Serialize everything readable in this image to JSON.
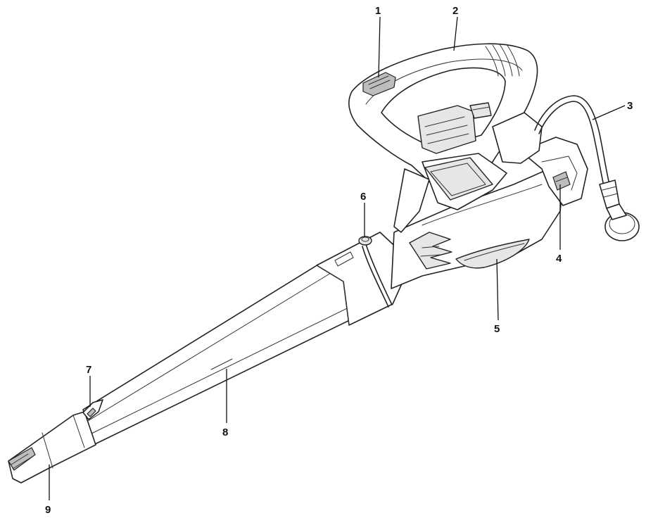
{
  "diagram": {
    "callouts": [
      {
        "id": "1",
        "label": "1"
      },
      {
        "id": "2",
        "label": "2"
      },
      {
        "id": "3",
        "label": "3"
      },
      {
        "id": "4",
        "label": "4"
      },
      {
        "id": "5",
        "label": "5"
      },
      {
        "id": "6",
        "label": "6"
      },
      {
        "id": "7",
        "label": "7"
      },
      {
        "id": "8",
        "label": "8"
      },
      {
        "id": "9",
        "label": "9"
      }
    ]
  },
  "colors": {
    "line": "#222222",
    "background": "#ffffff"
  }
}
